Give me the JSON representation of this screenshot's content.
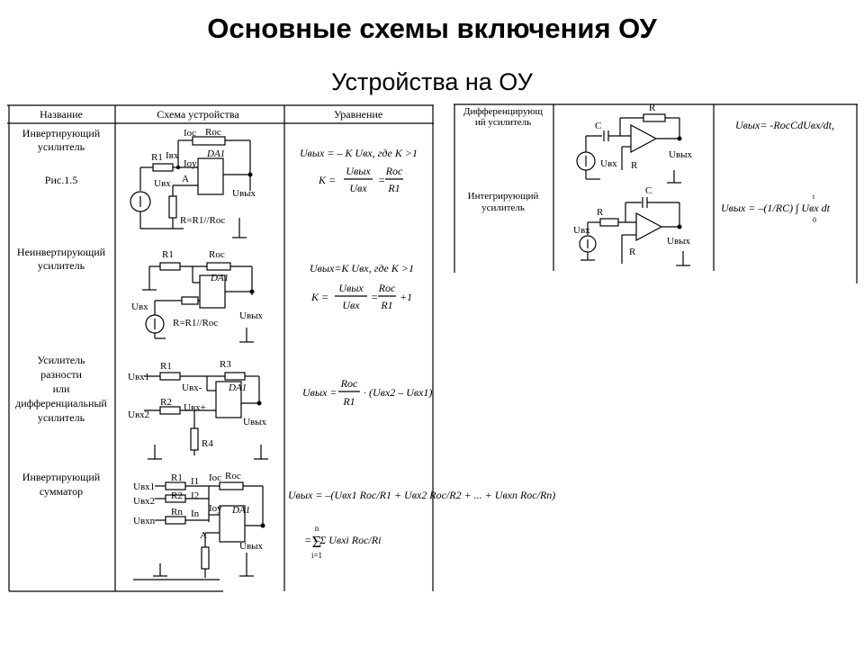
{
  "page": {
    "title": "Основные схемы включения ОУ",
    "subtitle": "Устройства на ОУ"
  },
  "left_table": {
    "headers": {
      "name": "Название",
      "scheme": "Схема устройства",
      "equation": "Уравнение"
    },
    "rows": [
      {
        "name_lines": [
          "Инвертирующий",
          "усилитель"
        ],
        "caption": "Рис.1.5",
        "labels": {
          "r1": "R1",
          "ioc": "Ioc",
          "roc": "Roc",
          "iex": "Iвх",
          "ioy": "Ioy",
          "da": "DA1",
          "a": "A",
          "uin": "Uвх",
          "uout": "Uвых",
          "r_eq": "R=R1//Roc"
        },
        "eq1": "Uвых = – K Uвх, где K >1",
        "eq2_lhs": "K =",
        "eq2_frac1": [
          "Uвых",
          "Uвх"
        ],
        "eq2_frac2": [
          "Rос",
          "R1"
        ]
      },
      {
        "name_lines": [
          "Неинвертирующий",
          "усилитель"
        ],
        "labels": {
          "r1": "R1",
          "roc": "Roc",
          "da": "DA1",
          "uin": "Uвх",
          "uout": "Uвых",
          "r_eq": "R=R1//Roc"
        },
        "eq1": "Uвых=K Uвх, где K >1",
        "eq2_lhs": "K =",
        "eq2_frac1": [
          "Uвых",
          "Uвх"
        ],
        "eq2_frac2": [
          "Rос",
          "R1"
        ],
        "eq2_tail": "+1"
      },
      {
        "name_lines": [
          "Усилитель",
          "разности",
          "или",
          "дифференциальный",
          "усилитель"
        ],
        "labels": {
          "r1": "R1",
          "r2": "R2",
          "r3": "R3",
          "r4": "R4",
          "uin1": "Uвх1",
          "uin2": "Uвх2",
          "uminus": "Uвх-",
          "uplus": "Uвх+",
          "da": "DA1",
          "uout": "Uвых"
        },
        "eq_lhs": "Uвых =",
        "eq_frac": [
          "Rос",
          "R1"
        ],
        "eq_tail": "· (Uвх2 – Uвх1)"
      },
      {
        "name_lines": [
          "Инвертирующий",
          "сумматор"
        ],
        "labels": {
          "r1": "R1",
          "r2": "R2",
          "rn": "Rn",
          "i1": "I1",
          "i2": "I2",
          "in": "In",
          "ioc": "Ioc",
          "roc": "Roc",
          "ioy": "Ioy",
          "da": "DA1",
          "a": "A",
          "uin1": "Uвх1",
          "uin2": "Uвх2",
          "uinn": "Uвхn",
          "uout": "Uвых"
        },
        "eq1": "Uвых = –(Uвх1 Rос/R1 + Uвх2 Rос/R2 + ... + Uвхn Rос/Rn)",
        "eq2": "= –Σ Uвхi Rос/Ri",
        "sum_top": "n",
        "sum_bottom": "i=1"
      }
    ]
  },
  "right_table": {
    "rows": [
      {
        "name_lines": [
          "Дифференцирующ",
          "ий усилитель"
        ],
        "labels": {
          "c": "C",
          "r": "R",
          "uin": "Uвх",
          "uout": "Uвых"
        },
        "eq": "Uвых= -RocCdUвх/dt,"
      },
      {
        "name_lines": [
          "Интегрирующий",
          "усилитель"
        ],
        "labels": {
          "c": "C",
          "r": "R",
          "uin": "Uвх",
          "uout": "Uвых"
        },
        "eq": "Uвых = –(1/RC) ∫ Uвх dt",
        "int_top": "t",
        "int_bottom": "0"
      }
    ]
  }
}
